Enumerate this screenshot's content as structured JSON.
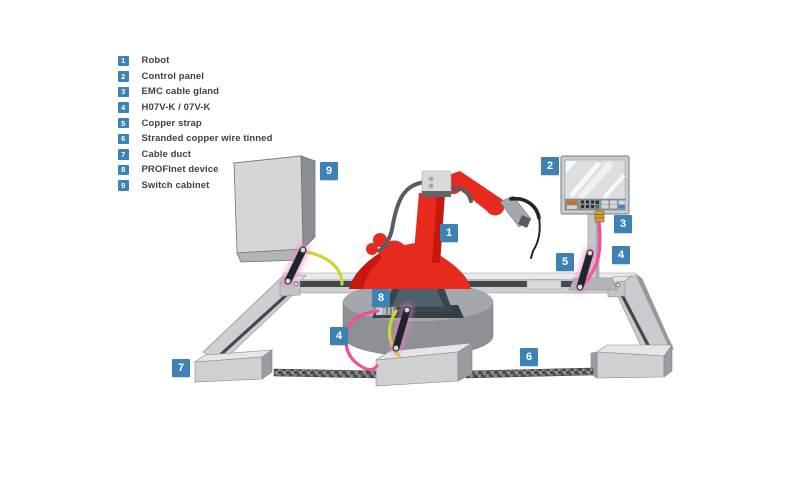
{
  "legend": {
    "items": [
      {
        "number": "1",
        "label": "Robot"
      },
      {
        "number": "2",
        "label": "Control panel"
      },
      {
        "number": "3",
        "label": "EMC cable gland"
      },
      {
        "number": "4",
        "label": "H07V-K / 07V-K"
      },
      {
        "number": "5",
        "label": "Copper strap"
      },
      {
        "number": "6",
        "label": "Stranded copper wire tinned"
      },
      {
        "number": "7",
        "label": "Cable duct"
      },
      {
        "number": "8",
        "label": "PROFInet device"
      },
      {
        "number": "9",
        "label": "Switch cabinet"
      }
    ]
  },
  "diagram": {
    "callouts": [
      {
        "number": "1",
        "target": "robot"
      },
      {
        "number": "2",
        "target": "control-panel"
      },
      {
        "number": "3",
        "target": "emc-cable-gland"
      },
      {
        "number": "4",
        "target": "cable-h07v-k-right"
      },
      {
        "number": "5",
        "target": "copper-strap"
      },
      {
        "number": "6",
        "target": "stranded-copper-wire"
      },
      {
        "number": "7",
        "target": "cable-duct"
      },
      {
        "number": "8",
        "target": "profinet-device"
      },
      {
        "number": "9",
        "target": "switch-cabinet"
      },
      {
        "number": "4",
        "target": "cable-h07v-k-left"
      }
    ],
    "colors": {
      "badge_blue": "#3c82b4",
      "robot_red": "#e62b1e",
      "robot_red_dark": "#c8170c",
      "cable_pink": "#f0509a",
      "cable_yellow": "#c9d831",
      "strap_dark": "#1d2530",
      "glow_pink": "#f77fc0",
      "duct_gray": "#ced1d4",
      "metal_gray": "#8d9195",
      "gland_gold": "#c8a53f"
    }
  }
}
